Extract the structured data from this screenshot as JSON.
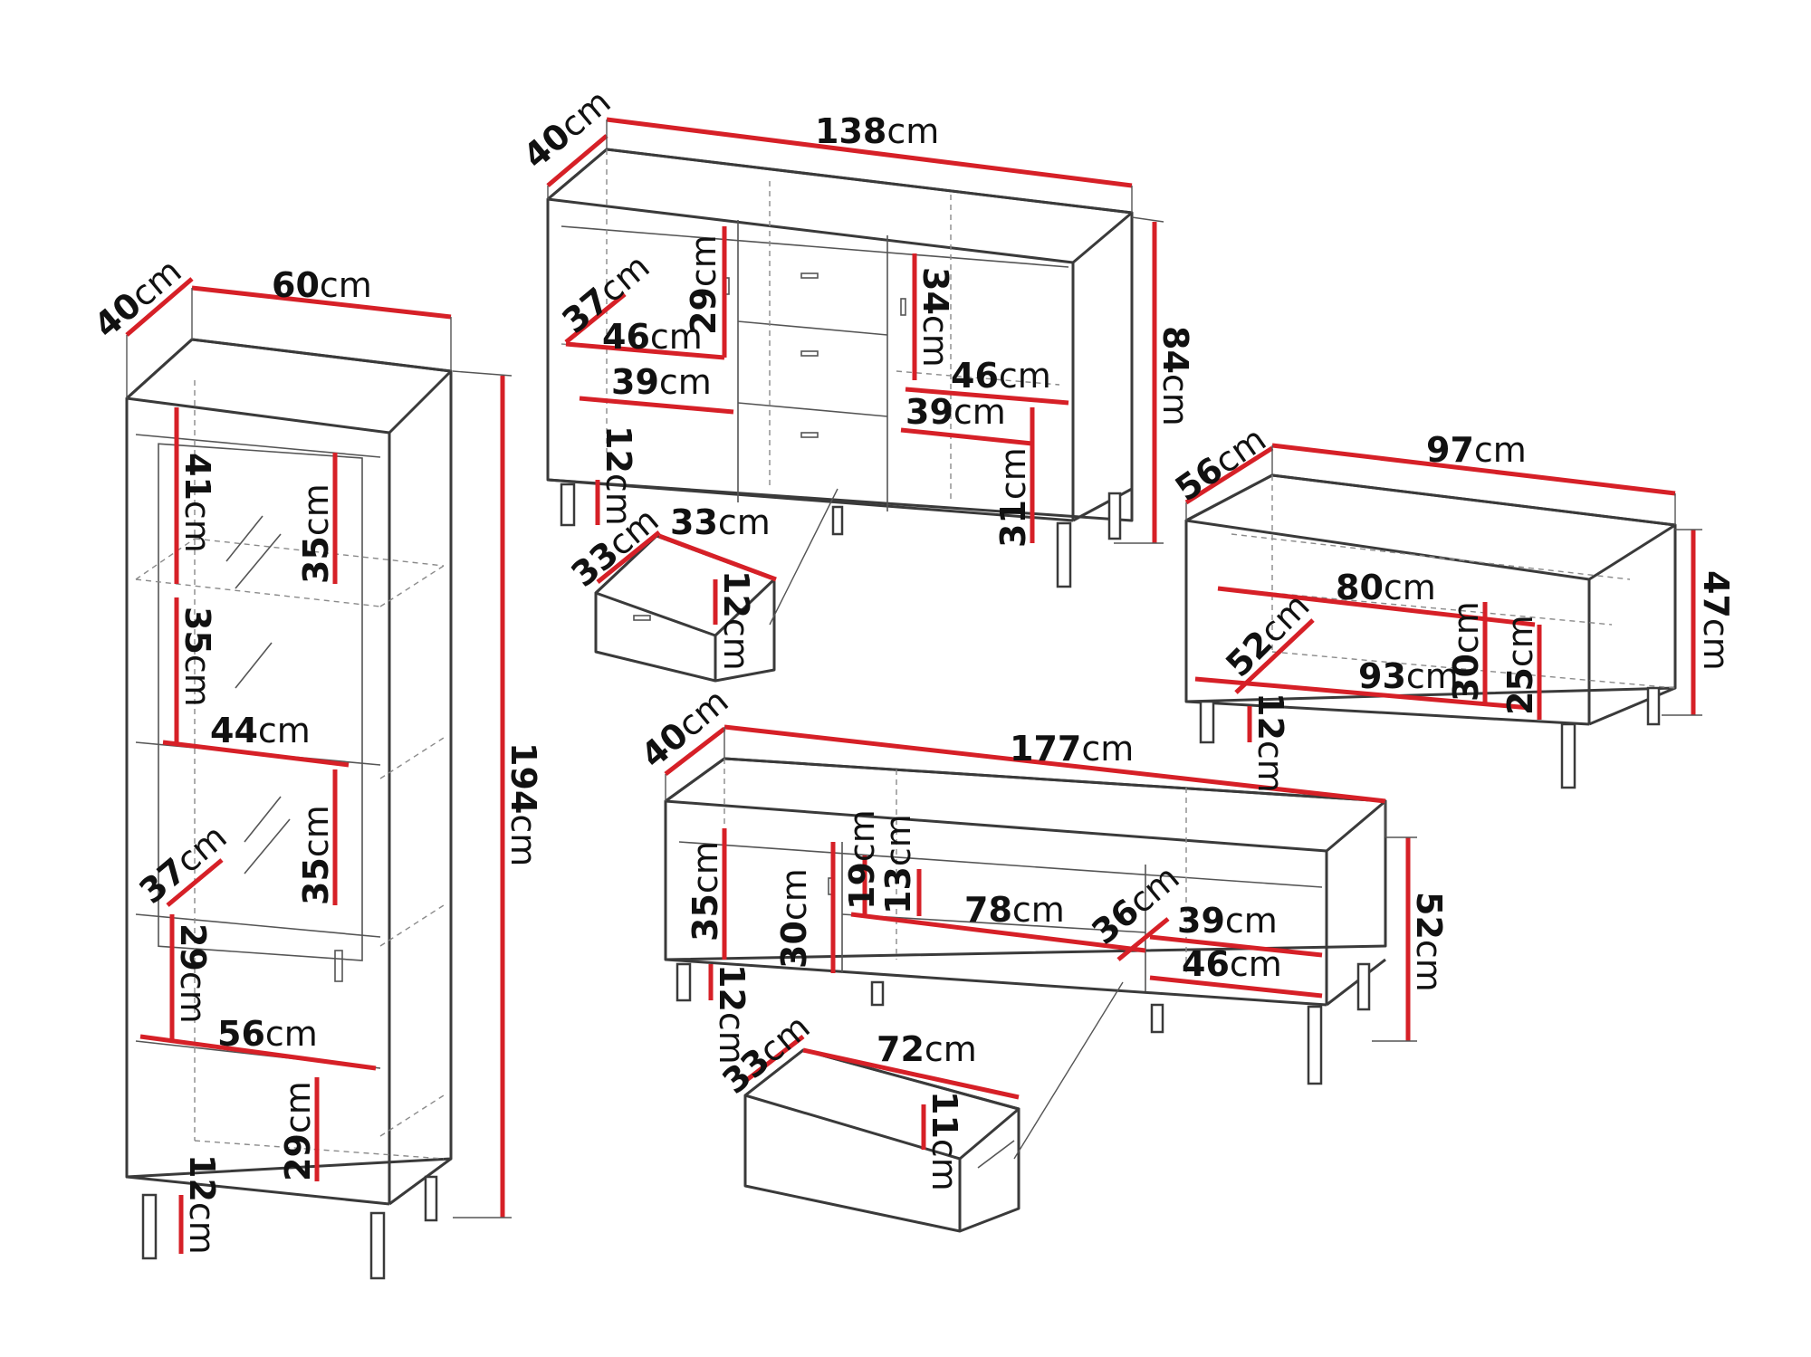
{
  "unit": "cm",
  "colors": {
    "dimension": "#d62027",
    "outline": "#3a3a3a",
    "background": "#ffffff"
  },
  "vitrine": {
    "depth": "40",
    "width": "60",
    "height": "194",
    "glass_shelf_depth": "41",
    "glass_upper_height": "35",
    "glass_mid_height": "35",
    "inner_width": "44",
    "glass_lower_height": "35",
    "inner_depth": "37",
    "door_height": "29",
    "outer_width": "56",
    "bottom_height": "29",
    "leg_height": "12"
  },
  "sideboard": {
    "depth": "40",
    "width": "138",
    "height": "84",
    "left_depth": "37",
    "left_shelf_height": "29",
    "left_width": "46",
    "left_lower_width": "39",
    "leg_height": "12",
    "right_shelf_height": "34",
    "right_width": "46",
    "right_lower_width": "39",
    "right_lower_height": "31",
    "drawer_depth": "33",
    "drawer_width": "33",
    "drawer_height": "12"
  },
  "coffee_table": {
    "depth": "56",
    "width": "97",
    "height": "47",
    "inner_width": "80",
    "inner_depth": "52",
    "inner_lower_width": "93",
    "inner_height": "30",
    "shelf_height": "25",
    "leg_height": "12"
  },
  "tv_stand": {
    "depth": "40",
    "width": "177",
    "height": "52",
    "left_height": "35",
    "leg_height": "12",
    "mid_height": "30",
    "niche_height_a": "19",
    "niche_height_b": "13",
    "drawer_width": "78",
    "right_depth": "36",
    "right_width_a": "39",
    "right_width_b": "46",
    "drawer_depth": "33",
    "drawer_outer_width": "72",
    "drawer_height": "11"
  }
}
